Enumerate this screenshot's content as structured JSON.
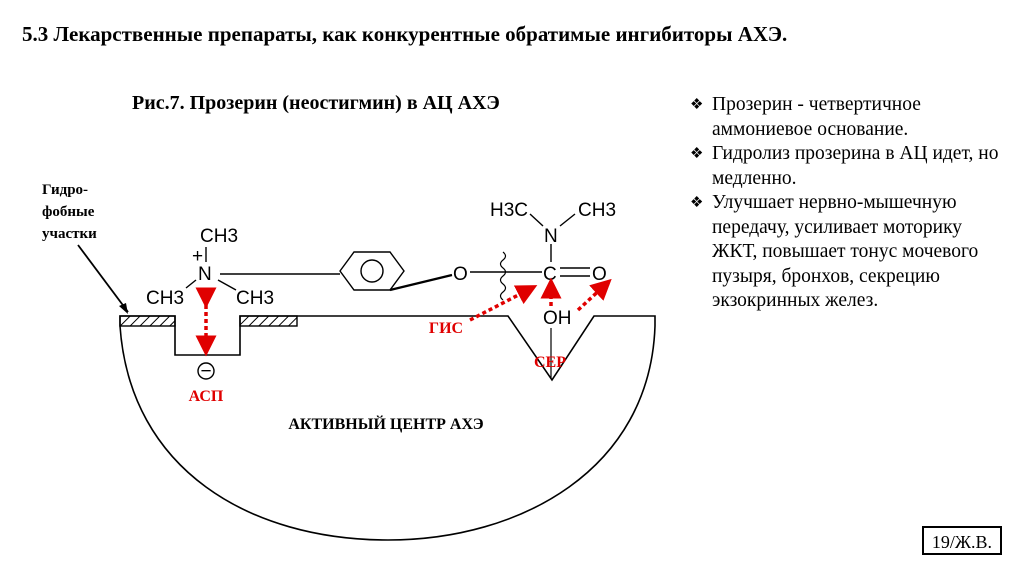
{
  "title": "5.3 Лекарственные препараты, как конкурентные обратимые ингибиторы АХЭ.",
  "figure": {
    "caption": "Рис.7. Прозерин (неостигмин) в АЦ  АХЭ",
    "hydrophobic_label": [
      "Гидро-",
      "фобные",
      "участки"
    ],
    "atoms": {
      "n_plus": "N",
      "plus": "+",
      "ch3_top": "CH3",
      "ch3_left": "CH3",
      "ch3_right": "CH3",
      "o_ester": "O",
      "c_carbonyl": "C",
      "o_carbonyl": "O",
      "n_amide": "N",
      "h3c": "H3C",
      "ch3_amide": "CH3",
      "oh": "OH"
    },
    "sites": {
      "asp_charge": "−",
      "asp": "АСП",
      "his": "ГИС",
      "ser": "СЕР",
      "active_center": "АКТИВНЫЙ ЦЕНТР АХЭ"
    },
    "accent_color": "#e00000"
  },
  "bullets": [
    "Прозерин - четвертичное аммониевое основание.",
    "Гидролиз прозерина в АЦ идет, но медленно.",
    "Улучшает нервно-мышечную передачу, усиливает моторику ЖКТ, повышает тонус мочевого пузыря, бронхов, секрецию экзокринных желез."
  ],
  "bullet_icon": "diamond-bullet-icon",
  "page_label": "19/Ж.В."
}
